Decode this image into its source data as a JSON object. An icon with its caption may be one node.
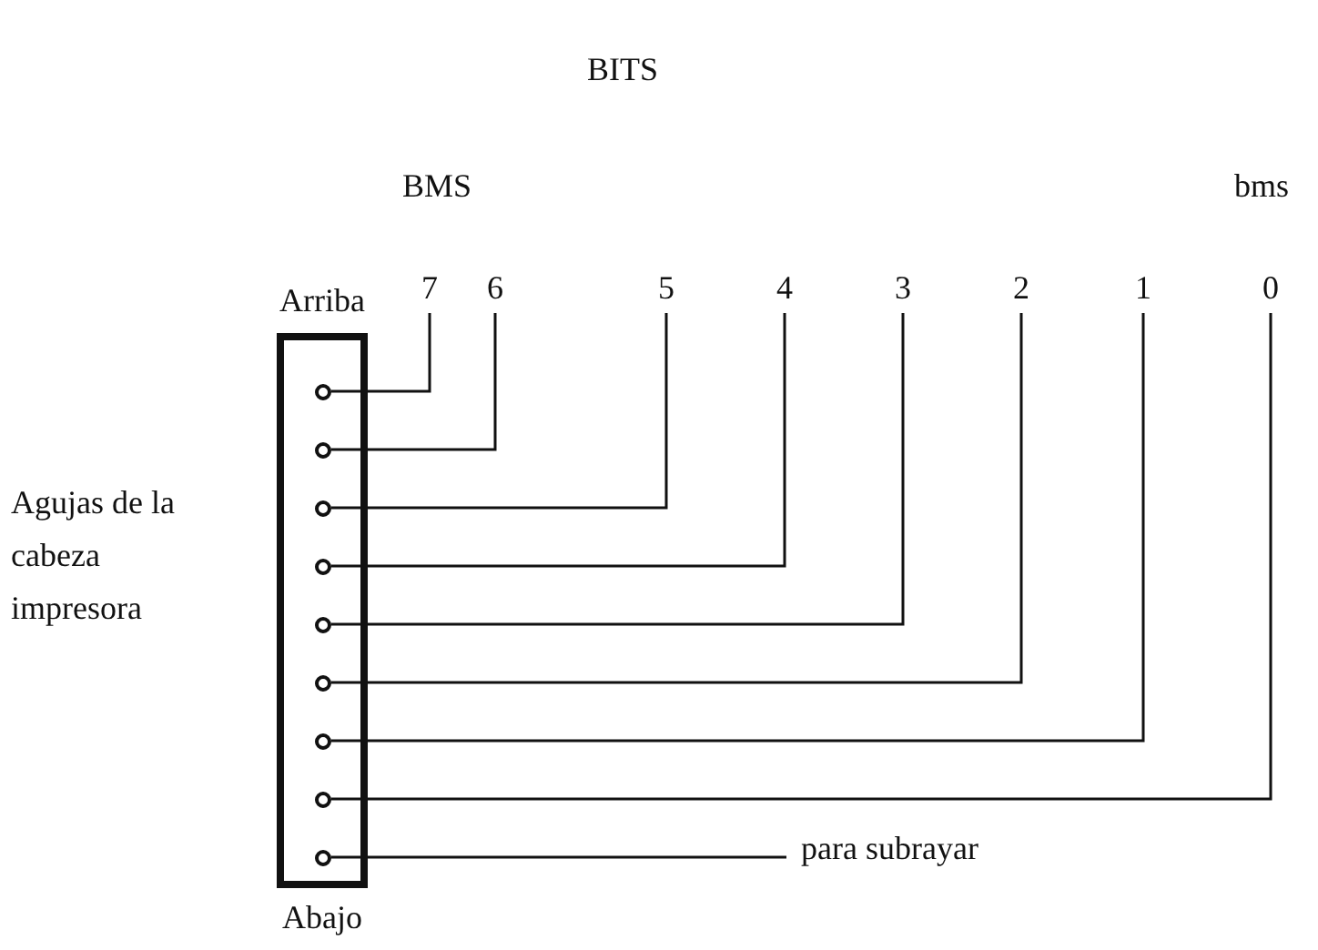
{
  "diagram": {
    "title": "BITS",
    "nodes": [
      {
        "text": [],
        "shape": "box",
        "beside": [
          "Arriba",
          "Agujas de la cabeza impresora",
          "Abajo"
        ]
      },
      {
        "text": [],
        "shape": "circle",
        "in": 0
      },
      {
        "text": [],
        "shape": "circle",
        "in": 0
      },
      {
        "text": [],
        "shape": "circle",
        "in": 0
      },
      {
        "text": [],
        "shape": "circle",
        "in": 0
      },
      {
        "text": [],
        "shape": "circle",
        "in": 0
      },
      {
        "text": [],
        "shape": "circle",
        "in": 0
      },
      {
        "text": [],
        "shape": "circle",
        "in": 0
      },
      {
        "text": [],
        "shape": "circle",
        "in": 0
      },
      {
        "text": [],
        "shape": "circle",
        "in": 0
      },
      {
        "text": [
          "7"
        ]
      },
      {
        "text": [
          "6"
        ]
      },
      {
        "text": [
          "5"
        ]
      },
      {
        "text": [
          "4"
        ]
      },
      {
        "text": [
          "3"
        ]
      },
      {
        "text": [
          "2"
        ]
      },
      {
        "text": [
          "1"
        ]
      },
      {
        "text": [
          "0"
        ]
      },
      {
        "text": [
          "para subrayar"
        ]
      }
    ],
    "edges": [
      {
        "from": 1,
        "to": 10,
        "arrow": "none"
      },
      {
        "from": 2,
        "to": 11,
        "arrow": "none"
      },
      {
        "from": 3,
        "to": 12,
        "arrow": "none"
      },
      {
        "from": 4,
        "to": 13,
        "arrow": "none"
      },
      {
        "from": 5,
        "to": 14,
        "arrow": "none"
      },
      {
        "from": 6,
        "to": 15,
        "arrow": "none"
      },
      {
        "from": 7,
        "to": 16,
        "arrow": "none"
      },
      {
        "from": 8,
        "to": 17,
        "arrow": "none"
      },
      {
        "from": 9,
        "to": 18,
        "arrow": "none"
      }
    ],
    "labels": [
      "BMS",
      "bms"
    ]
  }
}
